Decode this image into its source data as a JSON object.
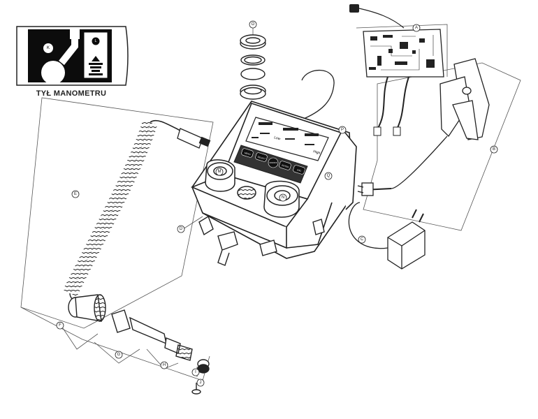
{
  "inset": {
    "caption": "TYŁ MANOMETRU",
    "labels": {
      "k": "K",
      "l": "L"
    }
  },
  "callouts": {
    "a": "A",
    "b": "B",
    "c": "C",
    "d": "D",
    "e": "E",
    "f": "F",
    "g": "G",
    "h": "H",
    "i": "I",
    "j": "J",
    "m": "M",
    "n": "N",
    "o": "O",
    "p": "P",
    "q": "Q"
  },
  "display": {
    "low_label": "Low",
    "high_label": "High"
  },
  "buttons": {
    "b1": "MENU",
    "b2": "SELECT",
    "b3": "ON/OFF",
    "b4": "ENTER",
    "b5": "ESC"
  }
}
